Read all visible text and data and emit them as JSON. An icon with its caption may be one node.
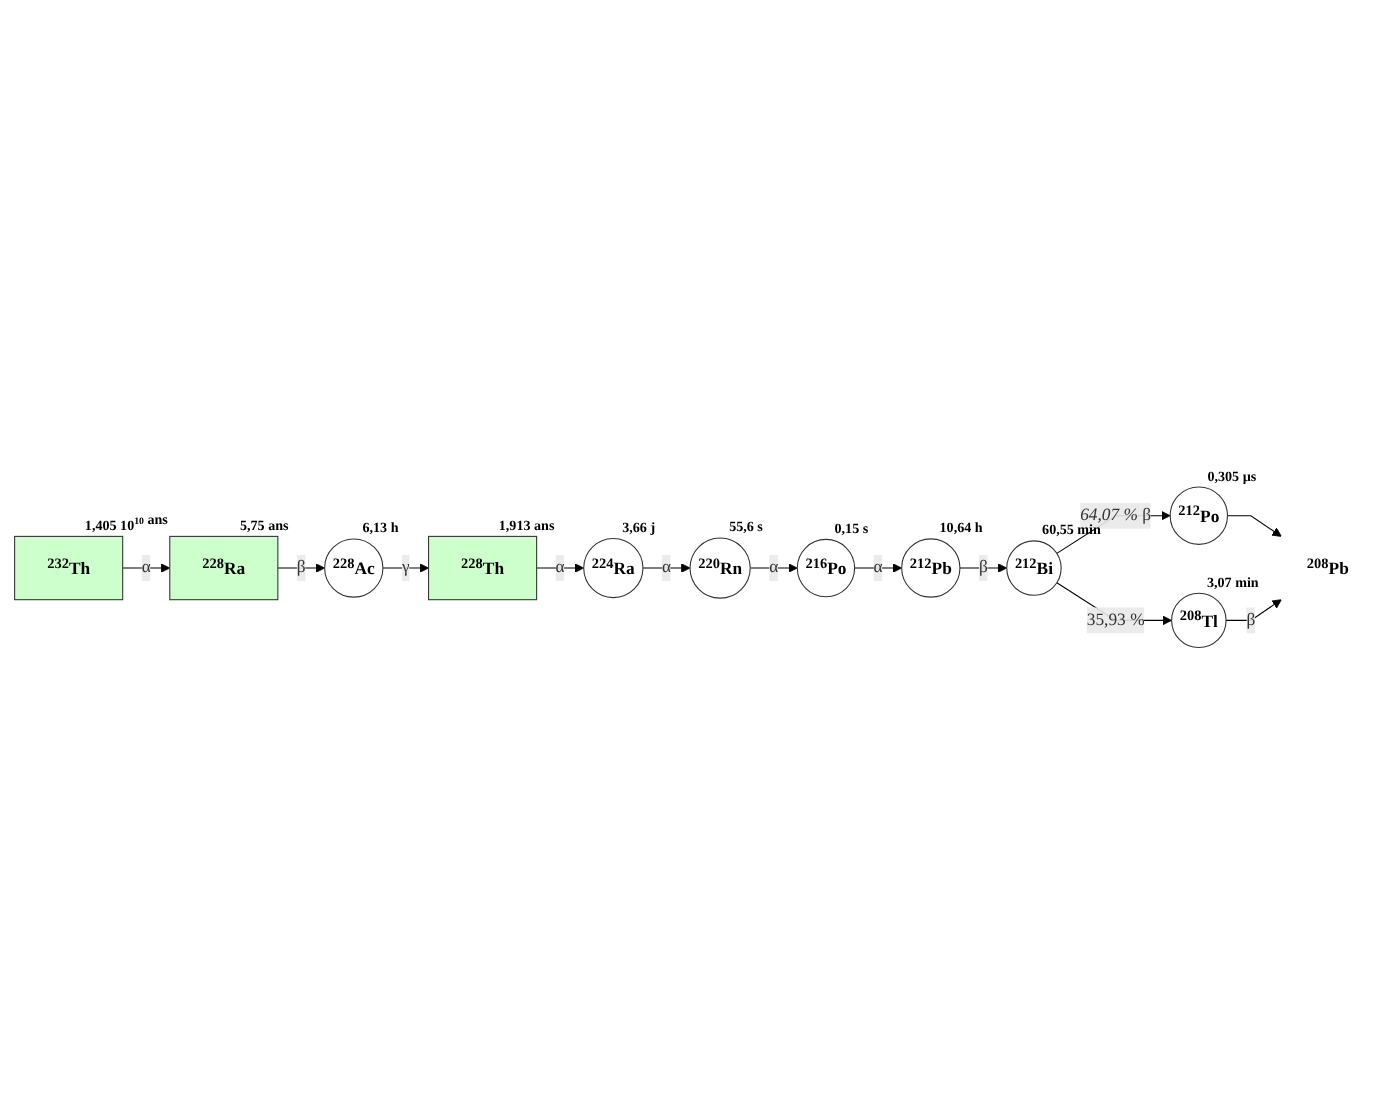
{
  "diagram": {
    "nodes": [
      {
        "text": [
          "$^{232}$Th"
        ],
        "beside": [
          "1,405 10$^{10}$ ans"
        ]
      },
      {
        "text": [
          "$^{228}$Ra"
        ],
        "beside": [
          "5,75 ans"
        ]
      },
      {
        "text": [
          "$^{228}$Ac"
        ],
        "beside": [
          "6,13 h"
        ]
      },
      {
        "text": [
          "$^{228}$Th"
        ],
        "beside": [
          "1,913 ans"
        ]
      },
      {
        "text": [
          "$^{224}$Ra"
        ],
        "beside": [
          "3,66 j"
        ]
      },
      {
        "text": [
          "$^{220}$Rn"
        ],
        "beside": [
          "55,6 s"
        ]
      },
      {
        "text": [
          "$^{216}$Po"
        ],
        "beside": [
          "0,15 s"
        ]
      },
      {
        "text": [
          "$^{212}$Pb"
        ],
        "beside": [
          "10,64 h"
        ]
      },
      {
        "text": [
          "$^{212}$Bi"
        ],
        "beside": [
          "60,55 min"
        ]
      },
      {
        "text": [
          "$^{212}$Po"
        ],
        "beside": [
          "0,305 µs"
        ]
      },
      {
        "text": [
          "$^{208}$Tl"
        ],
        "beside": [
          "3,07 min"
        ]
      },
      {
        "text": [
          "$^{208}$Pb"
        ]
      }
    ],
    "edges": [
      {
        "from": 0,
        "to": 1,
        "arrow": "to",
        "label": "α"
      },
      {
        "from": 1,
        "to": 2,
        "arrow": "to",
        "label": "β"
      },
      {
        "from": 2,
        "to": 3,
        "arrow": "to",
        "label": "γ"
      },
      {
        "from": 3,
        "to": 4,
        "arrow": "to",
        "label": "α"
      },
      {
        "from": 4,
        "to": 5,
        "arrow": "to",
        "label": "α"
      },
      {
        "from": 5,
        "to": 6,
        "arrow": "to",
        "label": "α"
      },
      {
        "from": 6,
        "to": 7,
        "arrow": "to",
        "label": "α"
      },
      {
        "from": 7,
        "to": 8,
        "arrow": "to",
        "label": "β"
      },
      {
        "from": 8,
        "to": 9,
        "arrow": "to",
        "label": "*64,07 %* β"
      },
      {
        "from": 8,
        "to": 10,
        "arrow": "to",
        "label": "35,93 %"
      },
      {
        "from": 9,
        "to": 11,
        "arrow": "to"
      },
      {
        "from": 10,
        "to": 11,
        "arrow": "to",
        "label": "β"
      }
    ]
  }
}
